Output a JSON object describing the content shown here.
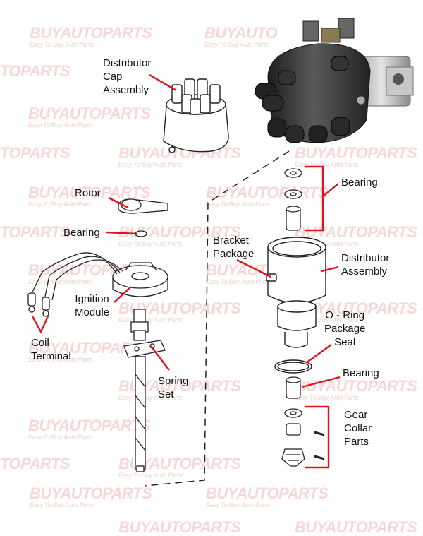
{
  "watermark": {
    "brand": "BUYAUTOPARTS",
    "brand_partial": "TOPARTS",
    "brand_partial2": "BUYAUTO",
    "tagline": "Easy To Buy Auto Parts"
  },
  "labels": {
    "distributor_cap_assembly": [
      "Distributor",
      "Cap",
      "Assembly"
    ],
    "rotor": "Rotor",
    "bearing_left": "Bearing",
    "ignition_module": [
      "Ignition",
      "Module"
    ],
    "coil_terminal": [
      "Coil",
      "Terminal"
    ],
    "spring_set": [
      "Spring",
      "Set"
    ],
    "bearing_top": "Bearing",
    "bracket_package": [
      "Bracket",
      "Package"
    ],
    "distributor_assembly": [
      "Distributor",
      "Assembly"
    ],
    "o_ring_package_seal": [
      "O - Ring",
      "Package",
      "Seal"
    ],
    "bearing_mid": "Bearing",
    "gear_collar_parts": [
      "Gear",
      "Collar",
      "Parts"
    ]
  },
  "colors": {
    "leader": "#e8101a",
    "watermark": "#f6d6d6",
    "ink": "#222222",
    "photo_body": "#3a3a3a"
  }
}
